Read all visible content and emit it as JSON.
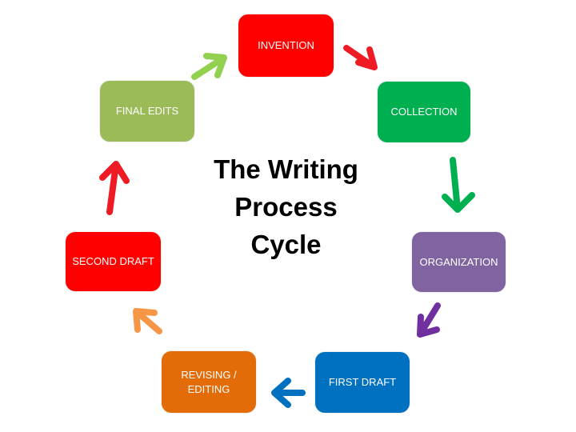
{
  "title": {
    "line1": "The Writing",
    "line2": "Process",
    "line3": "Cycle"
  },
  "nodes": {
    "invention": {
      "label": "INVENTION",
      "color": "#ff0000"
    },
    "collection": {
      "label": "COLLECTION",
      "color": "#00b050"
    },
    "organization": {
      "label": "ORGANIZATION",
      "color": "#8064a2"
    },
    "first_draft": {
      "label": "FIRST DRAFT",
      "color": "#0070c0"
    },
    "revising": {
      "line1": "REVISING /",
      "line2": "EDITING",
      "color": "#e36c09"
    },
    "second_draft": {
      "label": "SECOND DRAFT",
      "color": "#ff0000"
    },
    "final_edits": {
      "label": "FINAL EDITS",
      "color": "#9bbb59"
    }
  },
  "arrows": {
    "invention_to_collection": {
      "color": "#ee1b24"
    },
    "collection_to_organization": {
      "color": "#00b050"
    },
    "organization_to_first_draft": {
      "color": "#7030a0"
    },
    "first_draft_to_revising": {
      "color": "#0070c0"
    },
    "revising_to_second_draft": {
      "color": "#f79646"
    },
    "second_draft_to_final_edits": {
      "color": "#ee1b24"
    },
    "final_edits_to_invention": {
      "color": "#92d050"
    }
  }
}
